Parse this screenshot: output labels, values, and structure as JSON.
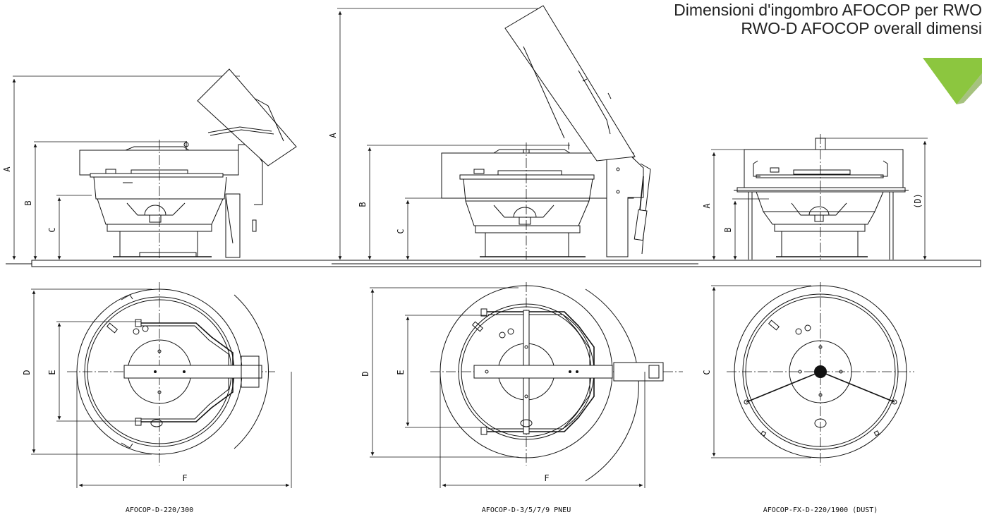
{
  "header": {
    "title_it": "Dimensioni d'ingombro AFOCOP per RWO",
    "title_en": "RWO-D AFOCOP overall dimensi"
  },
  "colors": {
    "line": "#111111",
    "background": "#ffffff",
    "corner_mark": "#8cc63f"
  },
  "icons": {
    "corner": "green-triangle-icon"
  },
  "drawings": [
    {
      "caption": "AFOCOP-D-220/300",
      "side_view_dims": [
        "A",
        "B",
        "C"
      ],
      "top_view_dims": [
        "D",
        "E",
        "F"
      ]
    },
    {
      "caption": "AFOCOP-D-3/5/7/9 PNEU",
      "side_view_dims": [
        "A",
        "B",
        "C"
      ],
      "top_view_dims": [
        "D",
        "E",
        "F"
      ]
    },
    {
      "caption": "AFOCOP-FX-D-220/1900 (DUST)",
      "side_view_dims": [
        "A",
        "B",
        "(D)"
      ],
      "top_view_dims": [
        "C"
      ]
    }
  ]
}
